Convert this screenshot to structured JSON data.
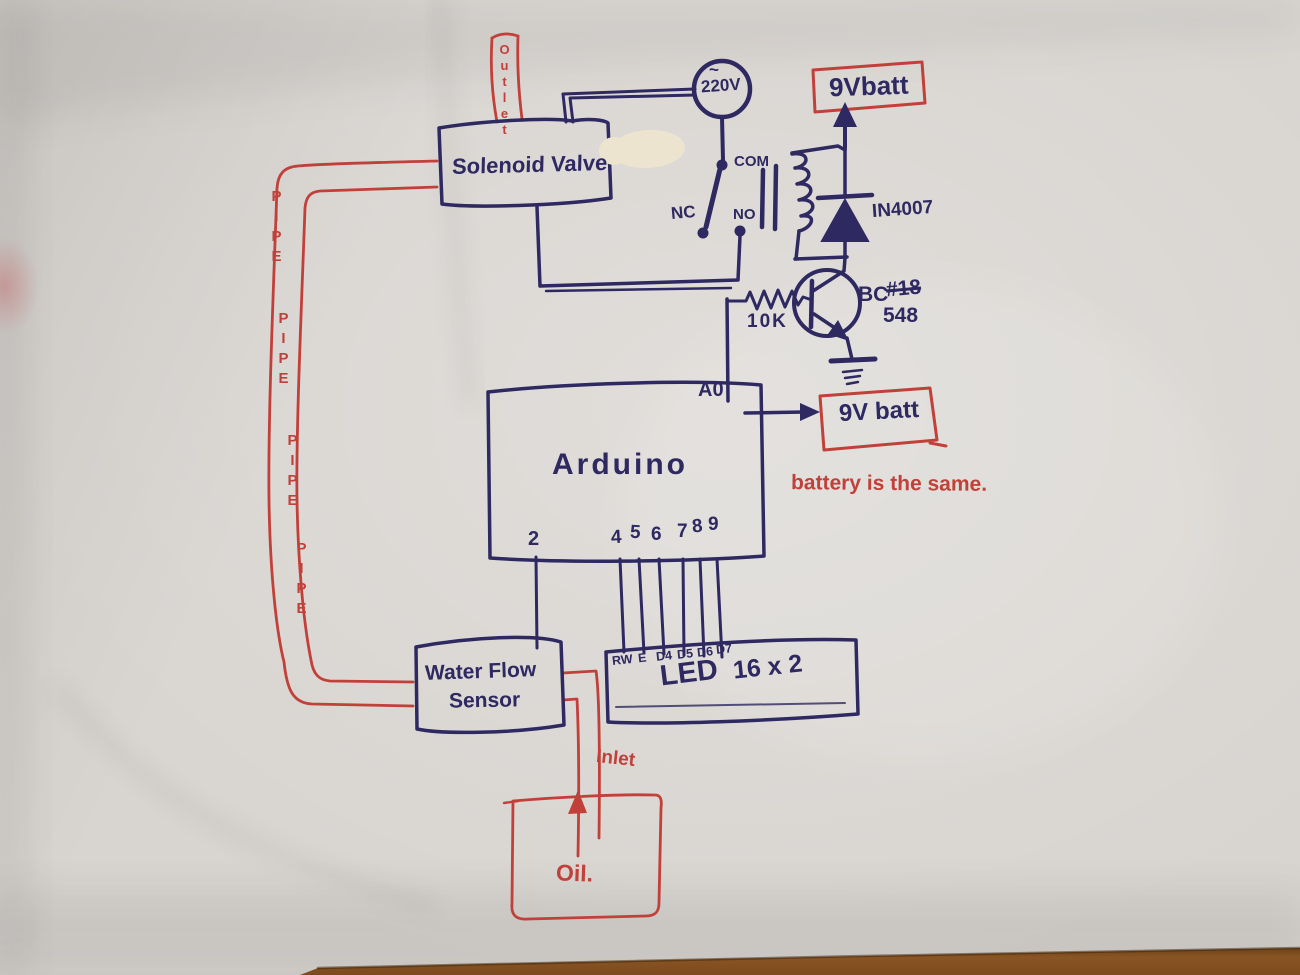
{
  "image_type": "photo of a hand-drawn circuit diagram on paper",
  "colors": {
    "blue_ink": "#2e2960",
    "red_ink": "#c2403a",
    "paper": "#d8d4d0",
    "correction_fluid": "#ece4cf",
    "wood_table": "#845020"
  },
  "labels": {
    "outlet": "Outlet",
    "solenoid_valve": "Solenoid Valve",
    "supply_tilde": "~",
    "supply": "220V",
    "relay_com": "COM",
    "relay_nc": "NC",
    "relay_no": "NO",
    "battery_top": "9Vbatt",
    "diode": "IN4007",
    "transistor_bc": "BC",
    "transistor_strike": "#18",
    "transistor_548": "548",
    "resistor": "10K",
    "arduino": "Arduino",
    "pin_a0": "A0",
    "pin_2": "2",
    "digital_pins": [
      "4",
      "5",
      "6",
      "7",
      "8",
      "9"
    ],
    "battery_mid": "9V batt",
    "battery_note": "battery is the same.",
    "lcd_pins": [
      "RW",
      "E",
      "D4",
      "D5",
      "D6",
      "D7"
    ],
    "lcd_name": "LED",
    "lcd_size": "16 x 2",
    "sensor_line1": "Water Flow",
    "sensor_line2": "Sensor",
    "inlet": "Inlet",
    "oil": "Oil.",
    "pipe_words": [
      "PIPE",
      "PIPE",
      "PIPE",
      "PIPE"
    ]
  }
}
